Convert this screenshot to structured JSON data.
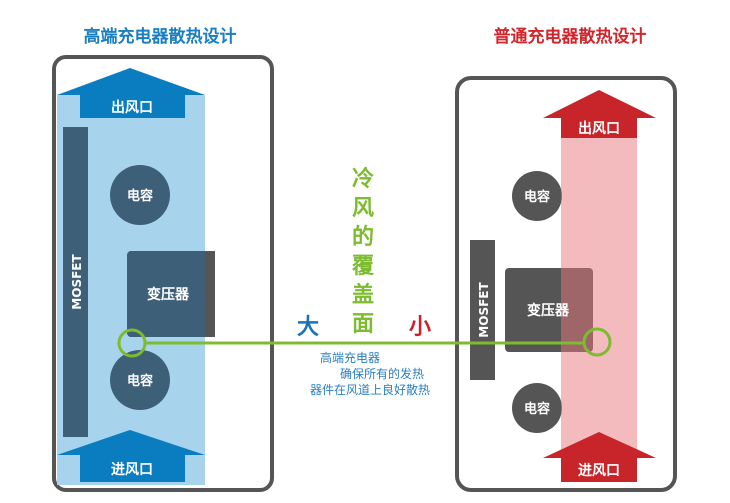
{
  "left": {
    "title": "高端充电器散热设计",
    "outlet": "出风口",
    "inlet": "进风口",
    "mosfet": "MOSFET",
    "capacitor_top": "电容",
    "capacitor_bottom": "电容",
    "transformer": "变压器"
  },
  "right": {
    "title": "普通充电器散热设计",
    "outlet": "出风口",
    "inlet": "进风口",
    "mosfet": "MOSFET",
    "capacitor_top": "电容",
    "capacitor_bottom": "电容",
    "transformer": "变压器"
  },
  "center": {
    "vertical_label": [
      "冷",
      "风",
      "的",
      "覆",
      "盖",
      "面"
    ],
    "large": "大",
    "small": "小",
    "note": [
      "高端充电器",
      "确保所有的发热",
      "器件在风道上良好散热"
    ]
  },
  "colors": {
    "blue": "#0a7cc0",
    "light_blue": "#a7d3ec",
    "red": "#c8252b",
    "pink": "#f0b3b6",
    "dark": "#3d5f78",
    "gray": "#555",
    "green": "#7dbb2f"
  }
}
